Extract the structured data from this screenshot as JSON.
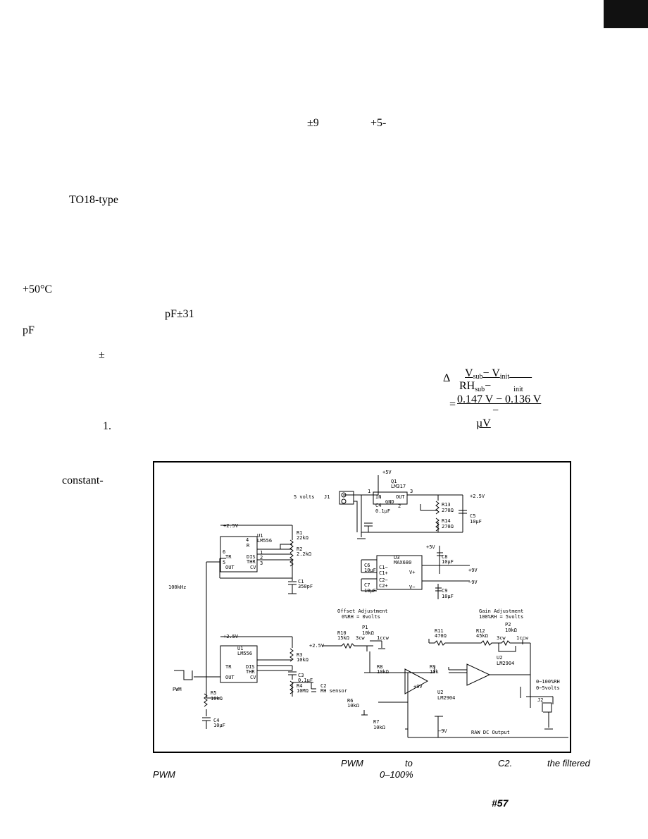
{
  "fragments": {
    "pm9": "±9",
    "p5": "+5-",
    "to18": "TO18-type",
    "p50c": "+50°C",
    "pf31": "pF±31",
    "pf": "pF",
    "pm": "±",
    "one": "1.",
    "constant": "constant-"
  },
  "equation": {
    "delta": "Δ",
    "num_v": "V",
    "num_sub": "sub",
    "num_minus": "− V",
    "num_init": "init",
    "den_rh": "RH",
    "den_sub": "sub",
    "den_minus": "−",
    "den_init": "init",
    "eq": "=",
    "line2": "0.147 V − 0.136 V",
    "line3_minus": "−",
    "line4": "µV"
  },
  "schematic": {
    "labels": {
      "p5v": "+5V",
      "q1": "Q1",
      "lm317": "LM317",
      "in": "IN",
      "out": "OUT",
      "gnd": "GND",
      "p1": "1",
      "p3": "3",
      "p2": "2",
      "five_volts": "5 volts",
      "j1": "J1",
      "p25v_top": "+2.5V",
      "c4": "C4",
      "c4v": "0.1µF",
      "r13": "R13",
      "r13v": "270Ω",
      "r14": "R14",
      "r14v": "270Ω",
      "c5": "C5",
      "c5v": "10µF",
      "p25v_a": "+2.5V",
      "u1a": "U1",
      "lm556a": "LM556",
      "r1": "R1",
      "r1v": "22kΩ",
      "r2": "R2",
      "r2v": "2.2kΩ",
      "pin4": "4",
      "pinR": "R",
      "pin6": "6",
      "tr_a": "TR",
      "dis_a": "DIS",
      "thr_a": "THR",
      "pin5": "5",
      "out_a": "OUT",
      "cv_a": "CV",
      "n1": "1",
      "n2": "2",
      "n3": "3",
      "c1": "C1",
      "c1v": "350pF",
      "f100": "100kHz",
      "p5v_u3": "+5V",
      "u3": "U3",
      "max680": "MAX680",
      "c8": "C8",
      "c8v": "10µF",
      "c6": "C6",
      "c6v": "10µF",
      "c1m": "C1−",
      "c1p": "C1+",
      "c2m": "C2−",
      "c2p": "C2+",
      "vp": "V+",
      "vm": "V−",
      "p9v": "+9V",
      "m9v": "−9V",
      "c7": "C7",
      "c7v": "10µF",
      "c9": "C9",
      "c9v": "10µF",
      "offset": "Offset Adjustment",
      "offset2": "0%RH = 0volts",
      "gain": "Gain Adjustment",
      "gain2": "100%RH = 5volts",
      "p1pot": "P1",
      "p1v": "10kΩ",
      "r10": "R10",
      "r10v": "15kΩ",
      "cw": "3cw",
      "ccw": "1ccw",
      "p25v_b": "+2.5V",
      "r11": "R11",
      "r11v": "470Ω",
      "r12": "R12",
      "r12v": "45kΩ",
      "p2pot": "P2",
      "p2v": "10kΩ",
      "cw2": "3cw",
      "ccw2": "1ccw",
      "p25v_c": "+2.5V",
      "u1b": "U1",
      "lm556b": "LM556",
      "r3": "R3",
      "r3v": "10kΩ",
      "tr_b": "TR",
      "dis_b": "DIS",
      "thr_b": "THR",
      "out_b": "OUT",
      "cv_b": "CV",
      "c3": "C3",
      "c3v": "0.1µF",
      "r4": "R4",
      "r4v": "10MΩ",
      "c2": "C2",
      "c2v": "RH sensor",
      "pwm": "PWM",
      "r5": "R5",
      "r5v": "10kΩ",
      "c4b": "C4",
      "c4bv": "10µF",
      "r8": "R8",
      "r8v": "10kΩ",
      "r9": "R9",
      "r9v": "10k",
      "u2a": "U2",
      "lm2904a": "LM2904",
      "p9v_b": "+9V",
      "u2b": "U2",
      "lm2904b": "LM2904",
      "r6": "R6",
      "r6v": "10kΩ",
      "r7": "R7",
      "r7v": "10kΩ",
      "m9v_b": "−9V",
      "raw": "RAW DC Output",
      "out_rh": "0−100%RH",
      "out_v": "0−5volts",
      "j2": "J2"
    }
  },
  "caption": {
    "pwm1": "PWM",
    "to": "to",
    "c2": "C2.",
    "filtered": "the filtered",
    "pwm2": "PWM",
    "range": "0–100%"
  },
  "page_number": "#57"
}
